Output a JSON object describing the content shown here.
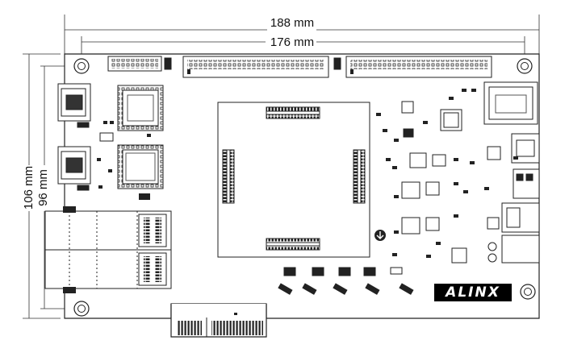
{
  "dimensions": {
    "width_outer": "188 mm",
    "width_inner": "176 mm",
    "height_outer": "106 mm",
    "height_inner": "96 mm"
  },
  "logo": {
    "text": "ALINX"
  }
}
